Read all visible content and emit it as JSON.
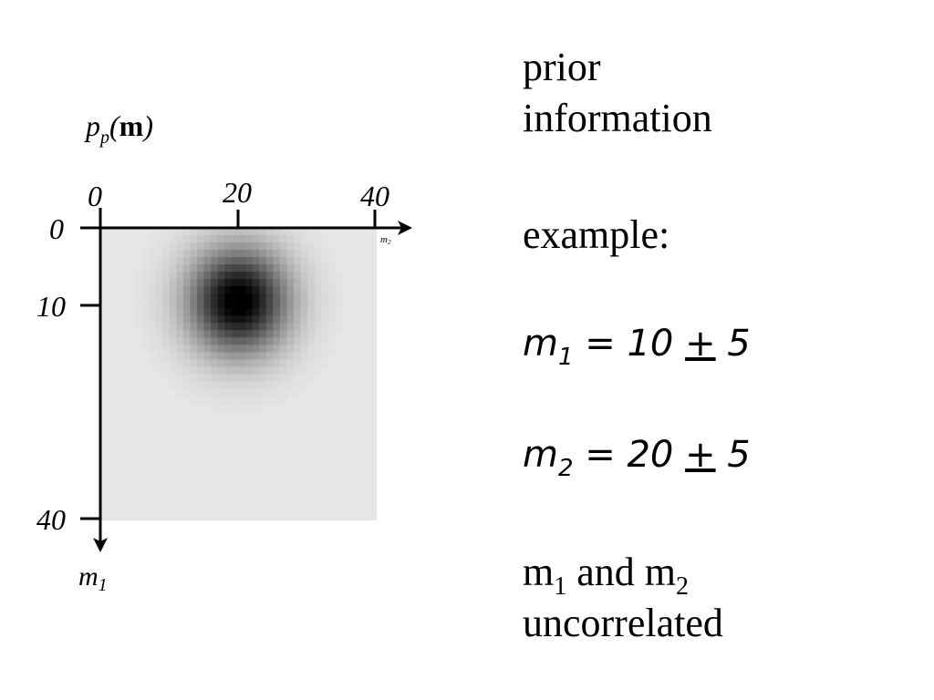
{
  "heatmap_title": {
    "p": "p",
    "sub": "p",
    "open": "(",
    "m": "m",
    "close": ")"
  },
  "top_axis": {
    "ticks": [
      "0",
      "20",
      "40"
    ],
    "label": "m",
    "label_sub": "2"
  },
  "left_axis": {
    "ticks": [
      "0",
      "10",
      "40"
    ],
    "label": "m",
    "label_sub": "1"
  },
  "right_panel": {
    "heading_line1": "prior",
    "heading_line2": "information",
    "example": "example:",
    "eq1": {
      "var": "m",
      "sub": "1",
      "rel": " = 10 ",
      "pm": "+",
      "tail": " 5"
    },
    "eq2": {
      "var": "m",
      "sub": "2",
      "rel": " = 20 ",
      "pm": "+",
      "tail": " 5"
    },
    "note_line1_a": "m",
    "note_line1_sub1": "1",
    "note_line1_b": " and m",
    "note_line1_sub2": "2",
    "note_line2": "uncorrelated"
  },
  "chart_data": {
    "type": "heatmap",
    "description_values": {
      "m1_mean": 10,
      "m1_sigma": 5,
      "m2_mean": 20,
      "m2_sigma": 5,
      "m1_range": [
        0,
        40
      ],
      "m2_range": [
        0,
        40
      ]
    },
    "colormap": "white-to-black (higher probability = darker)",
    "background_color": "#e6e6e6"
  }
}
